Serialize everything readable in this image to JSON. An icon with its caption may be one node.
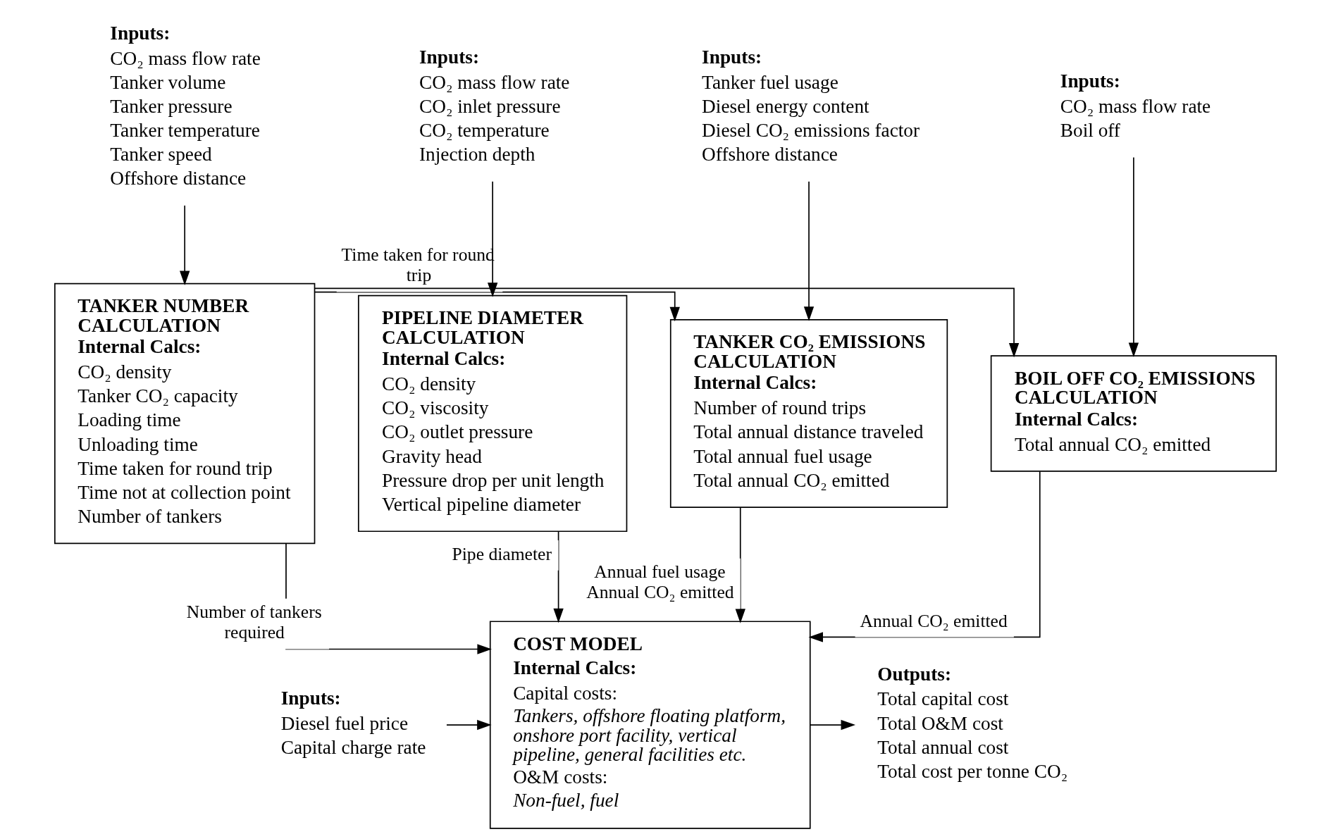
{
  "diagram": {
    "nodes": [
      {
        "text": [
          "Inputs:",
          "CO₂ mass flow rate",
          "Tanker volume",
          "Tanker pressure",
          "Tanker temperature",
          "Tanker speed",
          "Offshore distance"
        ]
      },
      {
        "text": [
          "TANKER NUMBER CALCULATION",
          "Internal Calcs:",
          "CO₂ density",
          "Tanker CO₂ capacity",
          "Loading time",
          "Unloading time",
          "Time taken for round trip",
          "Time not at collection point",
          "Number of tankers"
        ]
      },
      {
        "text": [
          "Inputs:",
          "CO₂ mass flow rate",
          "CO₂ inlet pressure",
          "CO₂ temperature",
          "Injection depth"
        ]
      },
      {
        "text": [
          "PIPELINE DIAMETER CALCULATION",
          "Internal Calcs:",
          "CO₂ density",
          "CO₂ viscosity",
          "CO₂ outlet pressure",
          "Gravity head",
          "Pressure drop per unit length",
          "Vertical pipeline diameter"
        ]
      },
      {
        "text": [
          "Inputs:",
          "Tanker fuel usage",
          "Diesel energy content",
          "Diesel CO₂ emissions factor",
          "Offshore distance"
        ]
      },
      {
        "text": [
          "TANKER CO₂ EMISSIONS CALCULATION",
          "Internal Calcs:",
          "Number of round trips",
          "Total annual distance traveled",
          "Total annual fuel usage",
          "Total annual CO₂ emitted"
        ]
      },
      {
        "text": [
          "Inputs:",
          "CO₂ mass flow rate",
          "Boil off"
        ]
      },
      {
        "text": [
          "BOIL OFF CO₂ EMISSIONS CALCULATION",
          "Internal Calcs:",
          "Total annual CO₂ emitted"
        ]
      },
      {
        "text": [
          "COST MODEL",
          "Internal Calcs:",
          "Capital costs:",
          "Tankers, offshore floating platform, onshore port facility, vertical pipeline, general facilities etc.",
          "O&M costs:",
          "Non-fuel, fuel"
        ]
      },
      {
        "text": [
          "Inputs:",
          "Diesel fuel price",
          "Capital charge rate"
        ]
      },
      {
        "text": [
          "Outputs:",
          "Total capital cost",
          "Total O&M cost",
          "Total annual cost",
          "Total cost per tonne CO₂"
        ]
      }
    ],
    "edges": [
      {
        "from": 0,
        "to": 1,
        "arrow": "to"
      },
      {
        "from": 2,
        "to": 3,
        "arrow": "to"
      },
      {
        "from": 4,
        "to": 5,
        "arrow": "to"
      },
      {
        "from": 6,
        "to": 7,
        "arrow": "to"
      },
      {
        "from": 1,
        "to": 8,
        "arrow": "to",
        "label": "Number of tankers required"
      },
      {
        "from": 1,
        "to": 5,
        "arrow": "to",
        "label": "Time taken for round trip"
      },
      {
        "from": 1,
        "to": 7,
        "arrow": "to"
      },
      {
        "from": 3,
        "to": 8,
        "arrow": "to",
        "label": "Pipe diameter"
      },
      {
        "from": 5,
        "to": 8,
        "arrow": "to",
        "label": "Annual fuel usage Annual CO₂ emitted"
      },
      {
        "from": 7,
        "to": 8,
        "arrow": "to",
        "label": "Annual CO₂ emitted"
      },
      {
        "from": 9,
        "to": 8,
        "arrow": "to"
      },
      {
        "from": 8,
        "to": 10,
        "arrow": "to"
      }
    ]
  }
}
